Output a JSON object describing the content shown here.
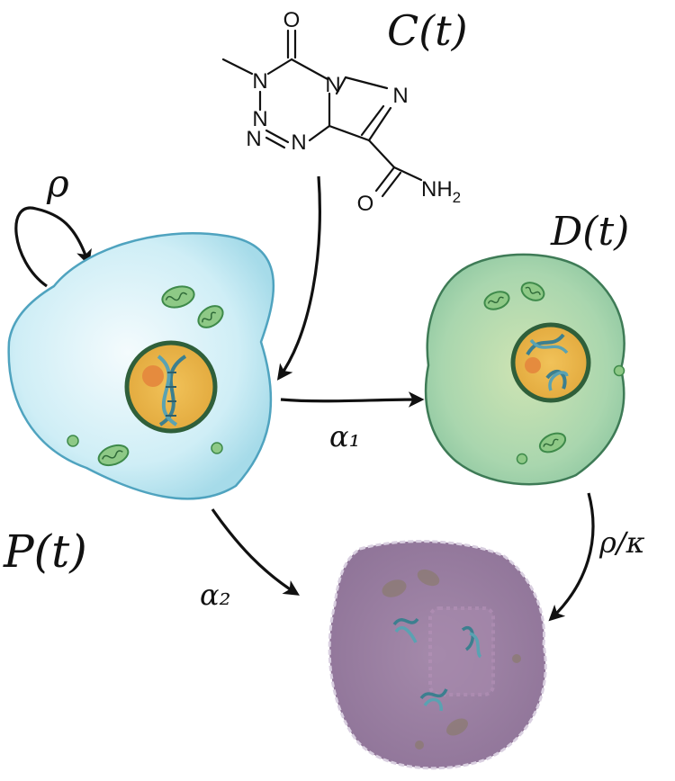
{
  "labels": {
    "drug": "C(t)",
    "proliferating": "P(t)",
    "damaged": "D(t)",
    "self_renewal_rate": "ρ",
    "damage_rate": "α₁",
    "death_rate_proliferating": "α₂",
    "death_rate_damaged": "ρ/κ"
  },
  "molecule_atoms": {
    "o_top": "O",
    "n3": "N",
    "n4": "N",
    "n_imid": "N",
    "n1": "N",
    "n2": "N",
    "n_bottom": "N",
    "o_amide": "O",
    "nh2": "NH",
    "nh2_sub": "2"
  },
  "colors": {
    "proliferating_cell": "#bfe6f1",
    "damaged_cell": "#9ccfa8",
    "dead_cell": "#9a7fa4",
    "nucleus": "#e8b44a",
    "nucleus_rim": "#2f5f3a",
    "dna": "#3c7f8f"
  }
}
